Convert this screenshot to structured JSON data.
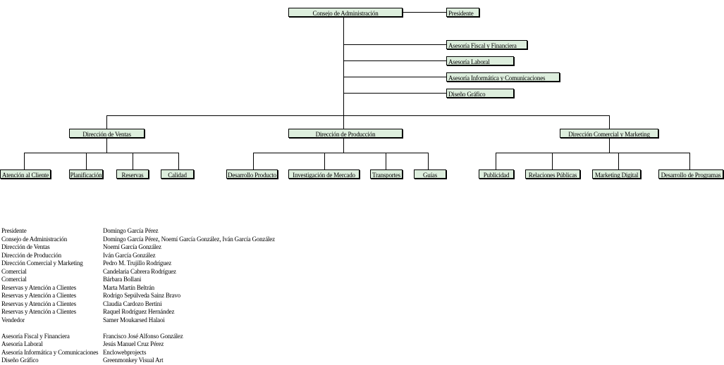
{
  "org": {
    "top": "Consejo de Administración",
    "president": "Presidente",
    "advisors": [
      "Asesoría Fiscal y Financiera",
      "Asesoría Laboral",
      "Asesoría Informática y Comunicaciones",
      "Diseño Gráfico"
    ],
    "directorates": [
      {
        "name": "Dirección de Ventas",
        "units": [
          "Atención al Cliente",
          "Planificación",
          "Reservas",
          "Calidad"
        ]
      },
      {
        "name": "Dirección de Producción",
        "units": [
          "Desarrollo Producto",
          "Investigación de Mercado",
          "Transportes",
          "Guías"
        ]
      },
      {
        "name": "Dirección Comercial y Marketing",
        "units": [
          "Publicidad",
          "Relaciones Públicas",
          "Marketing Digital",
          "Desarrollo de Programas"
        ]
      }
    ]
  },
  "staff": [
    {
      "role": "Presidente",
      "person": "Domingo García Pérez"
    },
    {
      "role": "Consejo de Administración",
      "person": "Domingo García Pérez, Noemí García González, Iván García González"
    },
    {
      "role": "Dirección de Ventas",
      "person": "Noemí García González"
    },
    {
      "role": "Dirección de Producción",
      "person": "Iván García González"
    },
    {
      "role": "Dirección Comercial y Marketing",
      "person": "Pedro M. Trujillo Rodríguez"
    },
    {
      "role": "Comercial",
      "person": "Candelaria Cabrera Rodríguez"
    },
    {
      "role": "Comercial",
      "person": "Bárbara Bollani"
    },
    {
      "role": "Reservas y Atención a Clientes",
      "person": "Marta Martín Beltrán"
    },
    {
      "role": "Reservas y Atención a Clientes",
      "person": "Rodrigo Sepúlveda Sainz Bravo"
    },
    {
      "role": "Reservas y Atención a Clientes",
      "person": "Claudia Cardozo Bertini"
    },
    {
      "role": "Reservas y Atención a Clientes",
      "person": "Raquel Rodríguez Hernández"
    },
    {
      "role": "Vendedor",
      "person": "Samer Moukarsed Halaoi"
    }
  ],
  "advisors_staff": [
    {
      "role": "Asesoría Fiscal y Financiera",
      "person": "Francisco José Alfonso González"
    },
    {
      "role": "Asesoría Laboral",
      "person": "Jesús Manuel Cruz Pérez"
    },
    {
      "role": "Asesoría Informática y Comunicaciones",
      "person": "Enclowebprojects"
    },
    {
      "role": "Diseño Gráfico",
      "person": "Greenmonkey Visual Art"
    }
  ]
}
